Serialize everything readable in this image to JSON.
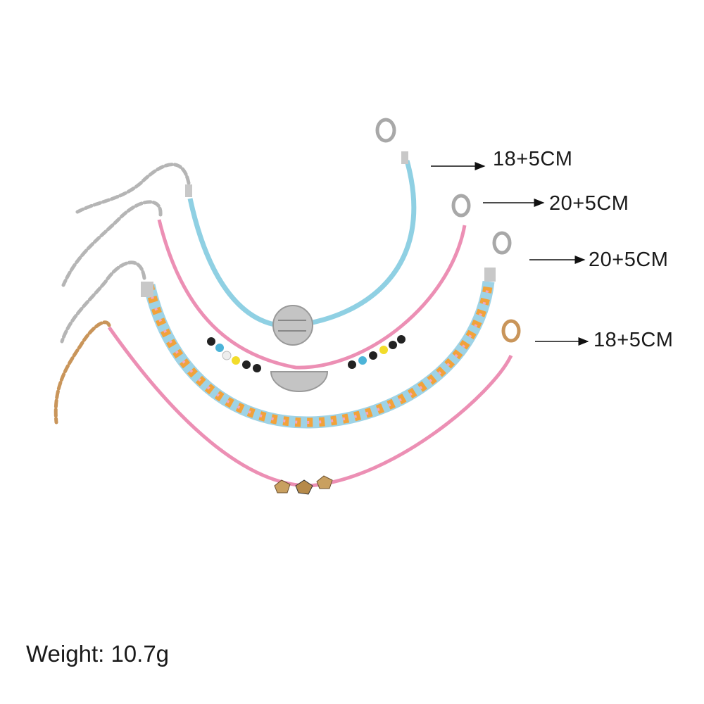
{
  "sizes": [
    {
      "label": "18+5CM"
    },
    {
      "label": "20+5CM"
    },
    {
      "label": "20+5CM"
    },
    {
      "label": "18+5CM"
    }
  ],
  "weight": "Weight: 10.7g",
  "colors": {
    "blue_cord": "#8fd0e3",
    "pink_cord": "#ec8fb4",
    "orange_braid": "#f2a23a",
    "silver": "#b9b9b9",
    "gold": "#c9955a"
  }
}
